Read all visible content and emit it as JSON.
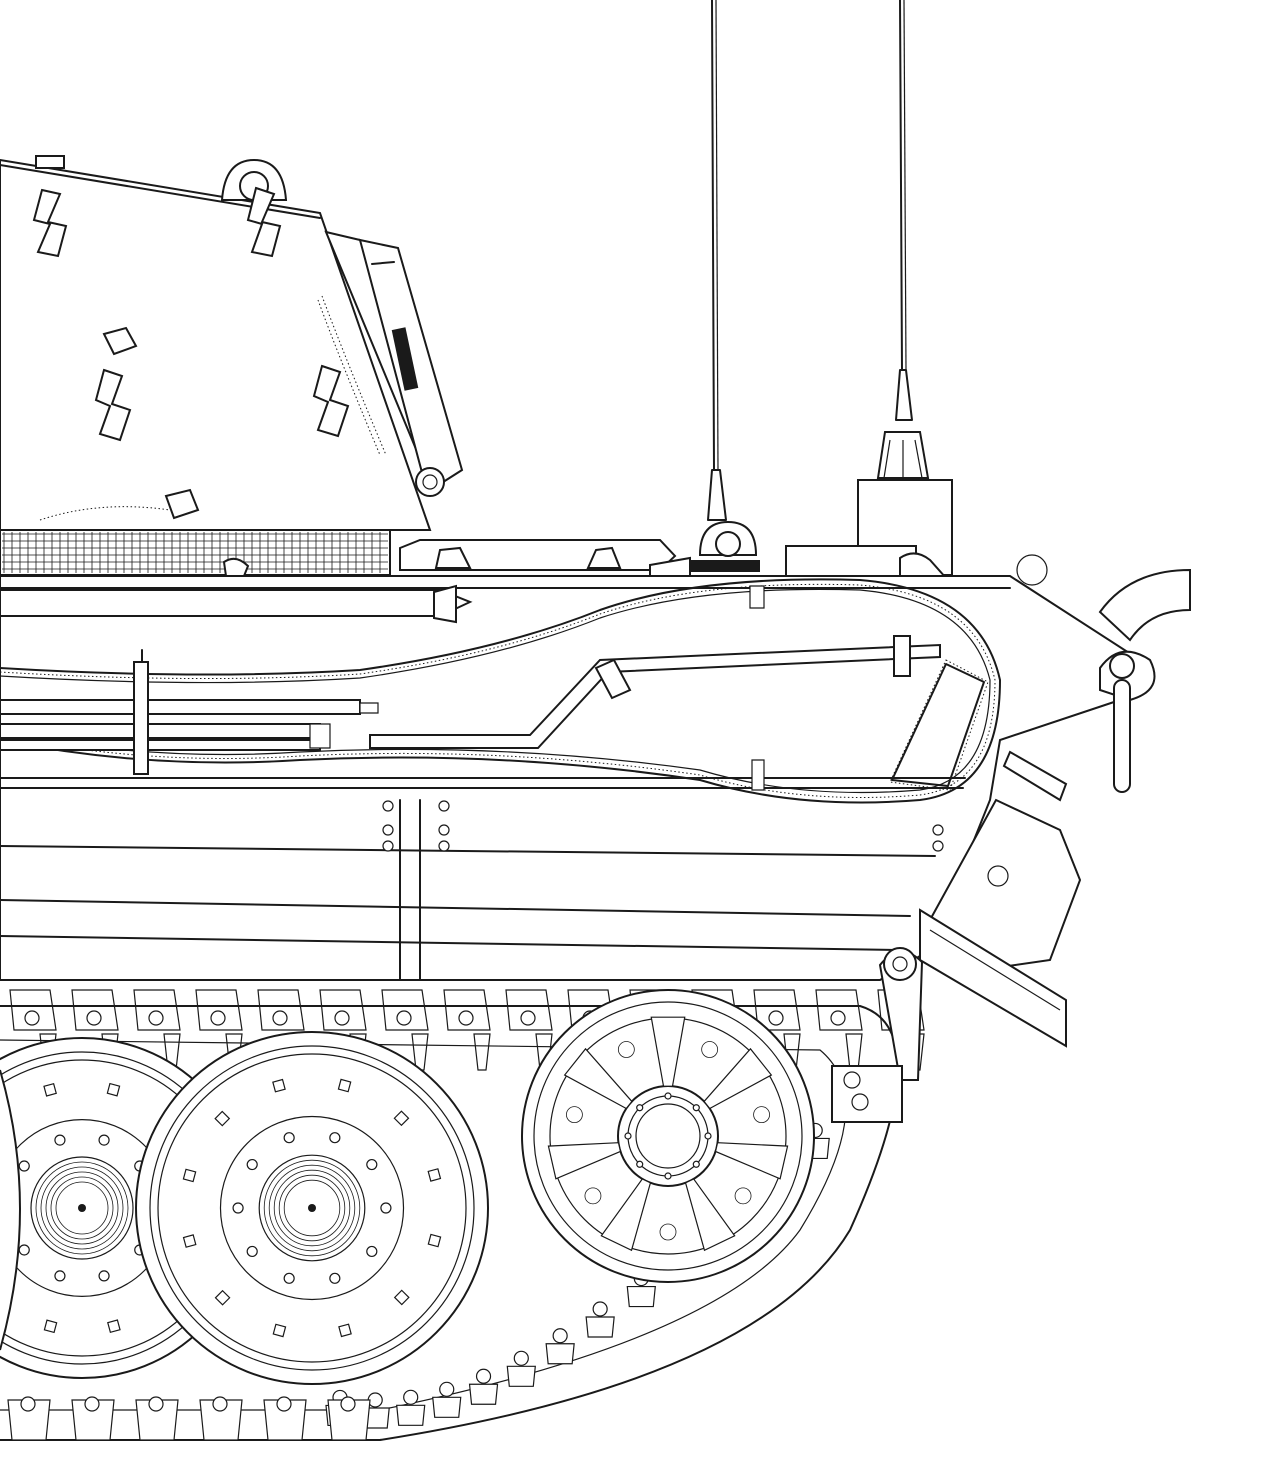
{
  "drawing": {
    "line_color": "#1a1a1a",
    "background_color": "#ffffff",
    "parts": [
      "turret-rear",
      "turret-roof",
      "lifting-lug",
      "spare-track-link-hooks",
      "pistol-port",
      "engine-deck-grille",
      "radio-antenna-front",
      "radio-antenna-rear",
      "antenna-base-housing",
      "hull-side",
      "towing-cable",
      "tool-rack",
      "fender-rails",
      "idler-wheel",
      "road-wheels",
      "track",
      "rear-tow-shackle",
      "exhaust-guard"
    ],
    "road_wheel_count_visible": 3,
    "idler_spoke_count": 7
  }
}
